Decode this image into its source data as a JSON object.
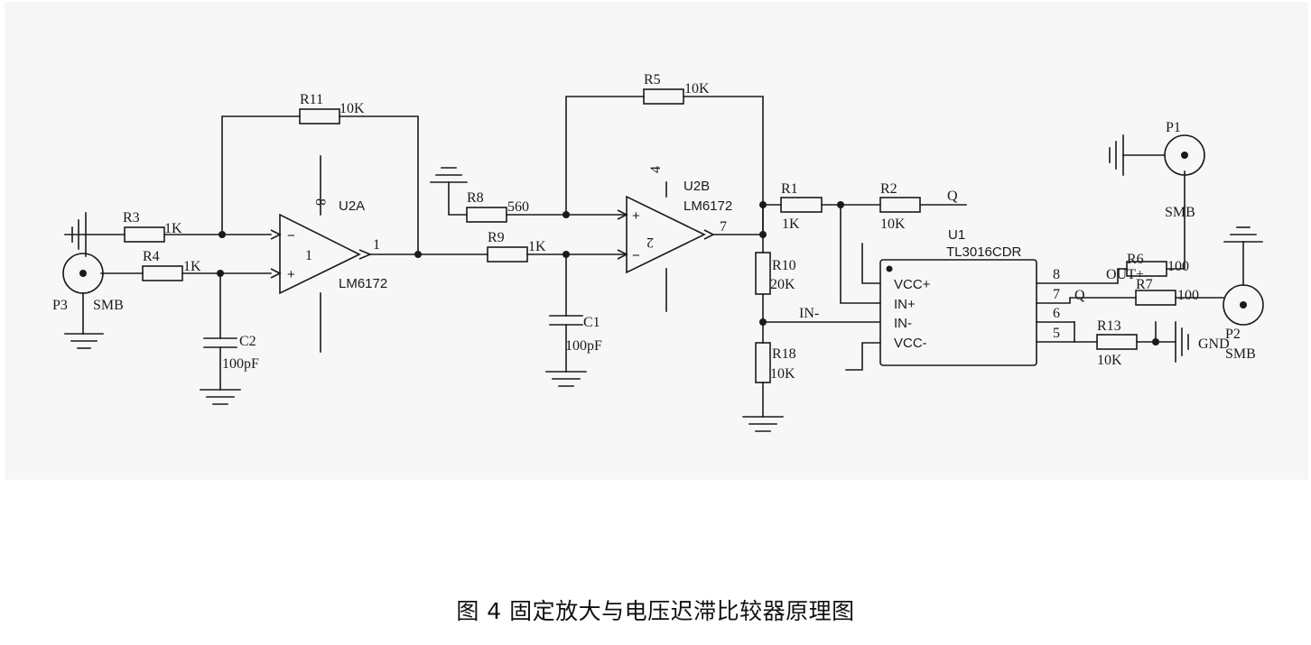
{
  "caption": "图 4  固定放大与电压迟滞比较器原理图",
  "opamps": {
    "u2a": {
      "ref": "U2A",
      "part": "LM6172",
      "power_pin": "8",
      "internal_pin": "1",
      "out_pin": "1",
      "minus": "−",
      "plus": "+"
    },
    "u2b": {
      "ref": "U2B",
      "part": "LM6172",
      "power_pin": "4",
      "internal_pin": "2",
      "out_pin": "7",
      "minus": "−",
      "plus": "+"
    }
  },
  "resistors": {
    "r1": {
      "ref": "R1",
      "value": "1K"
    },
    "r2": {
      "ref": "R2",
      "value": "10K"
    },
    "r3": {
      "ref": "R3",
      "value": "1K"
    },
    "r4": {
      "ref": "R4",
      "value": "1K"
    },
    "r5": {
      "ref": "R5",
      "value": "10K"
    },
    "r6": {
      "ref": "R6",
      "value": "100"
    },
    "r7": {
      "ref": "R7",
      "value": "100"
    },
    "r8": {
      "ref": "R8",
      "value": "560"
    },
    "r9": {
      "ref": "R9",
      "value": "1K"
    },
    "r10": {
      "ref": "R10",
      "value": "20K"
    },
    "r11": {
      "ref": "R11",
      "value": "10K"
    },
    "r13": {
      "ref": "R13",
      "value": "10K"
    },
    "r18": {
      "ref": "R18",
      "value": "10K"
    }
  },
  "capacitors": {
    "c1": {
      "ref": "C1",
      "value": "100pF"
    },
    "c2": {
      "ref": "C2",
      "value": "100pF"
    }
  },
  "connectors": {
    "p1": {
      "ref": "P1",
      "type": "SMB"
    },
    "p2": {
      "ref": "P2",
      "type": "SMB"
    },
    "p3": {
      "ref": "P3",
      "type": "SMB"
    }
  },
  "u1": {
    "ref": "U1",
    "part": "TL3016CDR",
    "pins_left": [
      "VCC+",
      "IN+",
      "IN-",
      "VCC-"
    ],
    "pins_right": [
      "OUT+",
      "Q",
      "",
      "GND"
    ],
    "pin_numbers": [
      "8",
      "7",
      "6",
      "5"
    ]
  },
  "nets": {
    "q": "Q",
    "in_minus": "IN-"
  }
}
